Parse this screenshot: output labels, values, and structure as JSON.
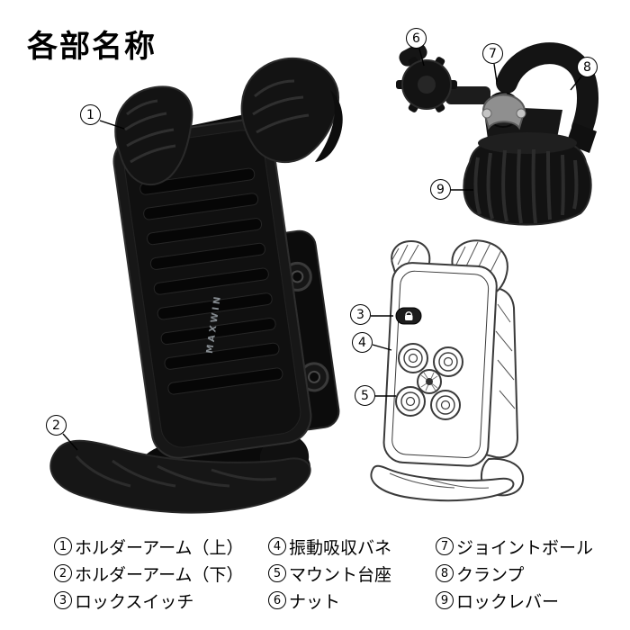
{
  "title": "各部名称",
  "brand": "MAXWIN",
  "callouts": [
    "1",
    "2",
    "3",
    "4",
    "5",
    "6",
    "7",
    "8",
    "9"
  ],
  "legend": [
    {
      "num": "1",
      "label": "ホルダーアーム（上）"
    },
    {
      "num": "2",
      "label": "ホルダーアーム（下）"
    },
    {
      "num": "3",
      "label": "ロックスイッチ"
    },
    {
      "num": "4",
      "label": "振動吸収バネ"
    },
    {
      "num": "5",
      "label": "マウント台座"
    },
    {
      "num": "6",
      "label": "ナット"
    },
    {
      "num": "7",
      "label": "ジョイントボール"
    },
    {
      "num": "8",
      "label": "クランプ"
    },
    {
      "num": "9",
      "label": "ロックレバー"
    }
  ],
  "colors": {
    "ink": "#000000",
    "product_black": "#141414",
    "metal_gray": "#8f8f8f",
    "line_drawing": "#3a3a3a",
    "brand_gray": "#858b90",
    "background": "#ffffff"
  }
}
